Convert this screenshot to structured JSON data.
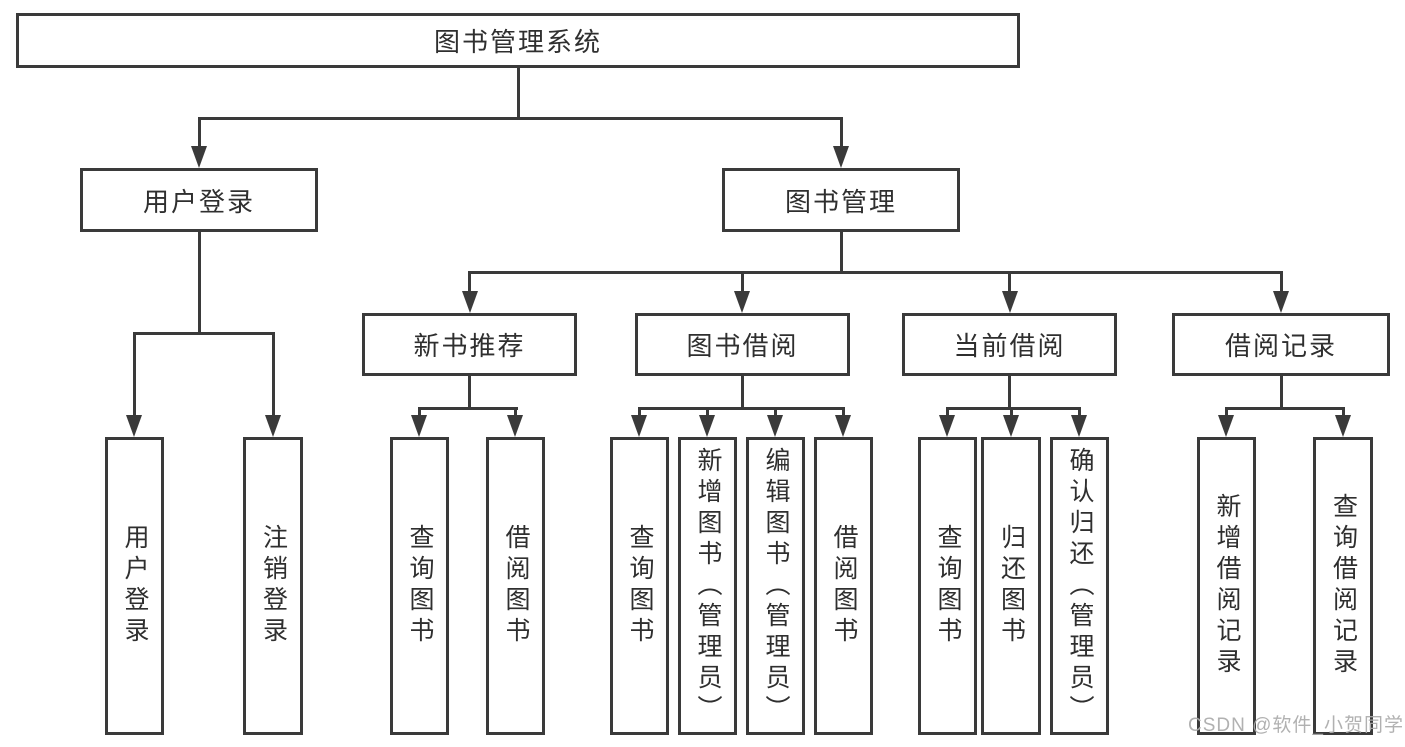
{
  "diagram": {
    "root": {
      "label": "图书管理系统"
    },
    "branches": {
      "user_login": {
        "label": "用户登录",
        "children": [
          {
            "label": "用户登录"
          },
          {
            "label": "注销登录"
          }
        ]
      },
      "book_management": {
        "label": "图书管理"
      }
    },
    "modules": [
      {
        "label": "新书推荐",
        "children": [
          {
            "label": "查询图书"
          },
          {
            "label": "借阅图书"
          }
        ]
      },
      {
        "label": "图书借阅",
        "children": [
          {
            "label": "查询图书"
          },
          {
            "label": "新增图书（管理员）"
          },
          {
            "label": "编辑图书（管理员）"
          },
          {
            "label": "借阅图书"
          }
        ]
      },
      {
        "label": "当前借阅",
        "children": [
          {
            "label": "查询图书"
          },
          {
            "label": "归还图书"
          },
          {
            "label": "确认归还（管理员）"
          }
        ]
      },
      {
        "label": "借阅记录",
        "children": [
          {
            "label": "新增借阅记录"
          },
          {
            "label": "查询借阅记录"
          }
        ]
      }
    ],
    "watermark": "CSDN @软件_小贺同学"
  },
  "colors": {
    "line": "#3a3a3a",
    "text": "#2f2f2f",
    "box_bg": "#ffffff",
    "watermark": "#ababab"
  }
}
